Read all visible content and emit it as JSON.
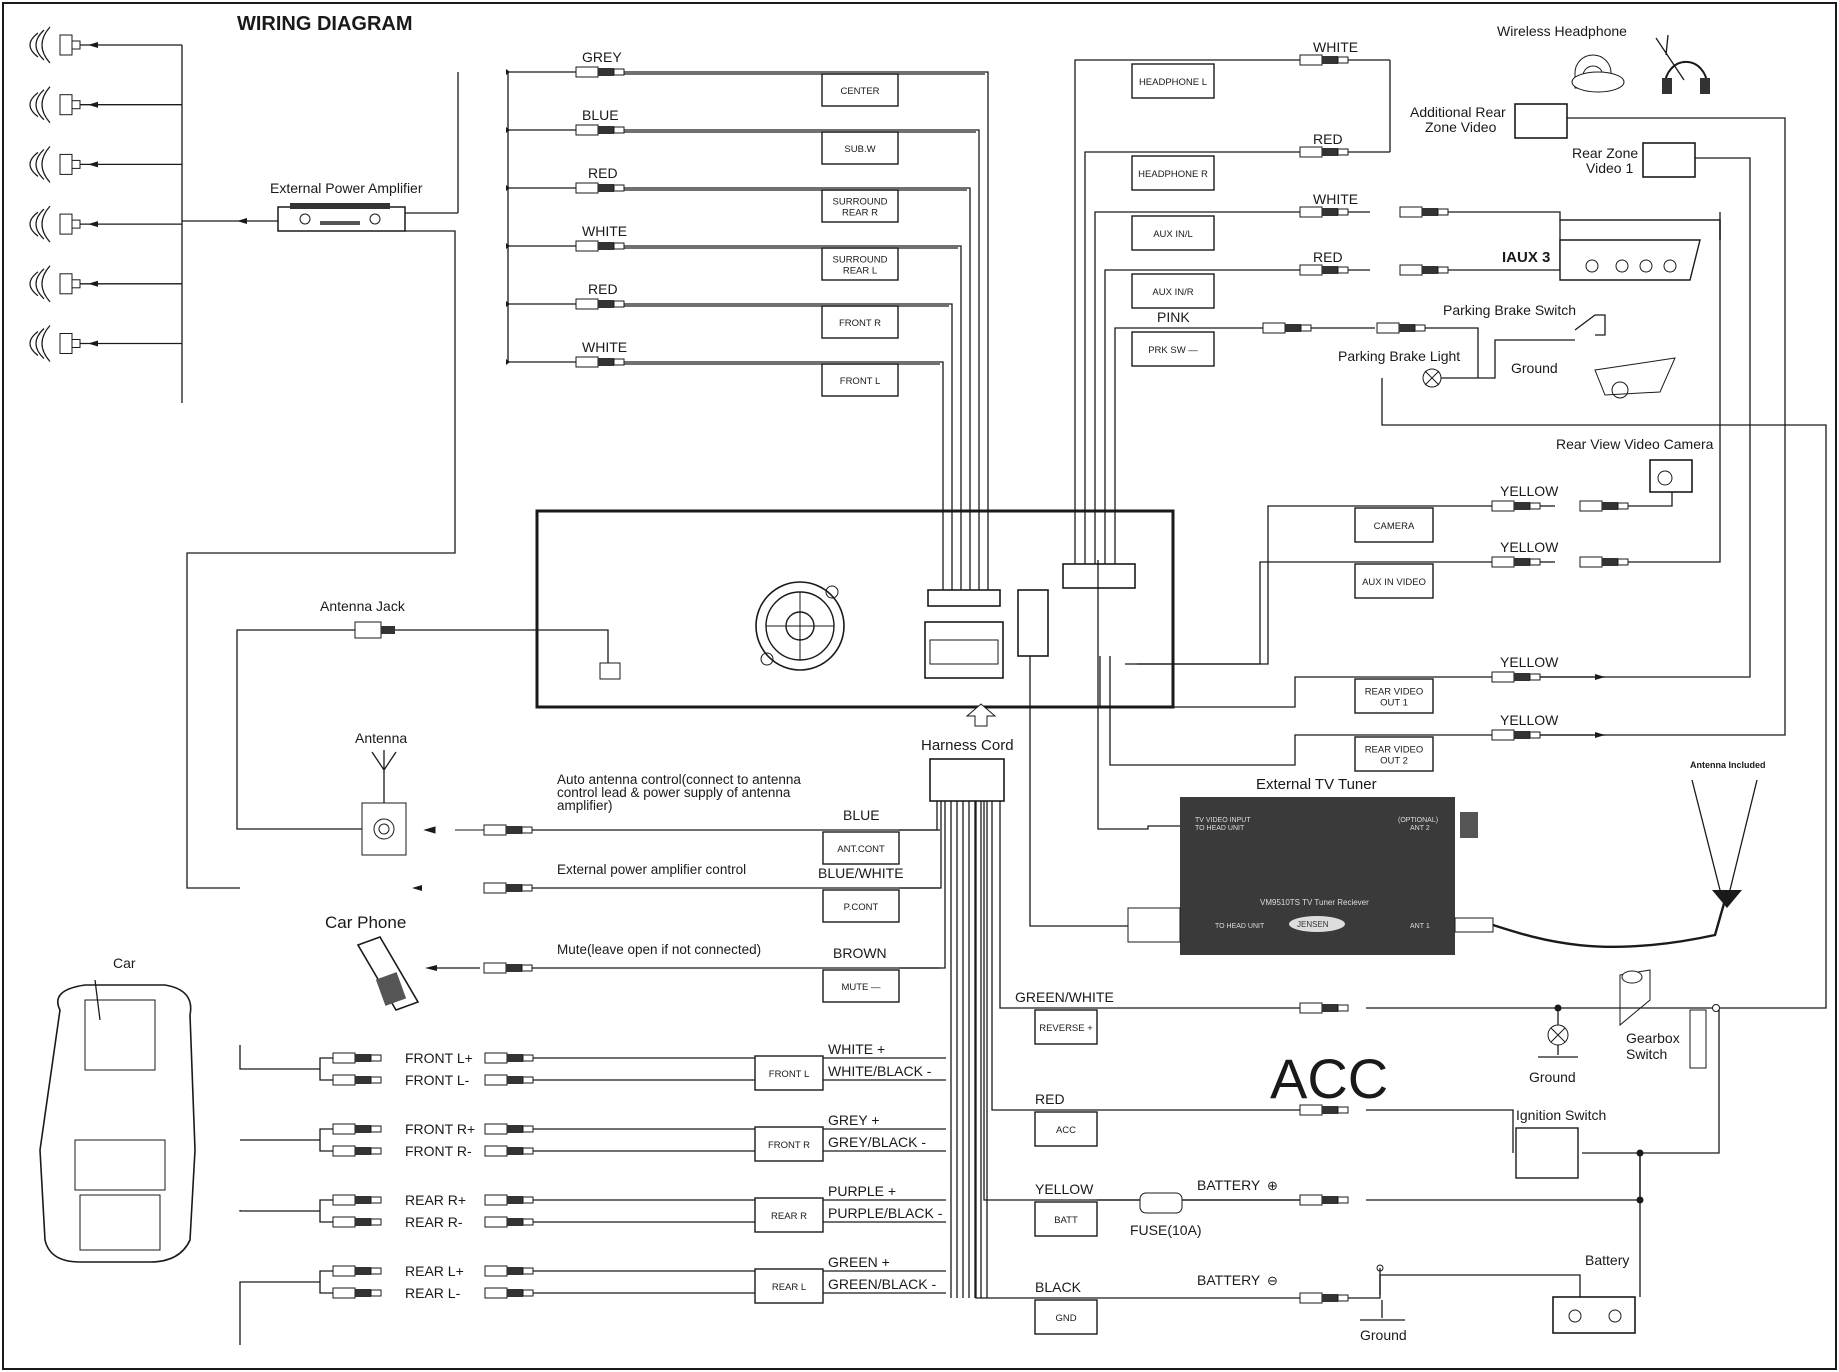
{
  "title": "WIRING DIAGRAM",
  "top_rca": [
    {
      "color": "GREY",
      "box": [
        "CENTER"
      ]
    },
    {
      "color": "BLUE",
      "box": [
        "SUB.W"
      ]
    },
    {
      "color": "RED",
      "box": [
        "SURROUND",
        "REAR R"
      ]
    },
    {
      "color": "WHITE",
      "box": [
        "SURROUND",
        "REAR L"
      ]
    },
    {
      "color": "RED",
      "box": [
        "FRONT R"
      ]
    },
    {
      "color": "WHITE",
      "box": [
        "FRONT L"
      ]
    }
  ],
  "amp_label": "External Power Amplifier",
  "right_top": [
    {
      "color": "WHITE",
      "box": [
        "HEADPHONE L"
      ]
    },
    {
      "color": "RED",
      "box": [
        "HEADPHONE R"
      ]
    },
    {
      "color": "WHITE",
      "box": [
        "AUX IN/L"
      ]
    },
    {
      "color": "RED",
      "box": [
        "AUX IN/R"
      ]
    },
    {
      "color": "PINK",
      "box": [
        "PRK SW —"
      ]
    }
  ],
  "devices": {
    "wireless_headphone": "Wireless Headphone",
    "rear_zone_video": [
      "Additional Rear",
      "Zone Video"
    ],
    "rear_zone_video1": [
      "Rear Zone",
      "Video 1"
    ],
    "iaux": "IAUX 3",
    "parking_switch": "Parking Brake Switch",
    "parking_light": "Parking Brake Light",
    "ground": "Ground",
    "rear_camera": "Rear View Video Camera",
    "antenna_jack": "Antenna Jack",
    "antenna": "Antenna",
    "harness": "Harness Cord",
    "tv_tuner": "External TV Tuner",
    "antenna_included": "Antenna Included",
    "car_phone": "Car Phone",
    "car": "Car",
    "gearbox": [
      "Gearbox",
      "Switch"
    ],
    "ignition": "Ignition Switch",
    "battery": "Battery",
    "fuse": "FUSE(10A)",
    "acc_big": "ACC",
    "battery_pos": "BATTERY",
    "battery_neg": "BATTERY"
  },
  "video": [
    {
      "color": "YELLOW",
      "box": [
        "CAMERA"
      ]
    },
    {
      "color": "YELLOW",
      "box": [
        "AUX IN VIDEO"
      ]
    },
    {
      "color": "YELLOW",
      "box": [
        "REAR VIDEO",
        "OUT 1"
      ]
    },
    {
      "color": "YELLOW",
      "box": [
        "REAR VIDEO",
        "OUT 2"
      ]
    }
  ],
  "controls": [
    {
      "desc": [
        "Auto antenna control(connect to antenna",
        "control lead  &  power supply of antenna",
        "amplifier)"
      ],
      "color": "BLUE",
      "box": "ANT.CONT"
    },
    {
      "desc": [
        "External power amplifier control"
      ],
      "color": "BLUE/WHITE",
      "box": "P.CONT"
    },
    {
      "desc": [
        "Mute(leave open if not connected)"
      ],
      "color": "BROWN",
      "box": "MUTE —"
    }
  ],
  "speakers": [
    {
      "plus": "FRONT L+",
      "minus": "FRONT L-",
      "c1": "WHITE +",
      "c2": "WHITE/BLACK -",
      "box": "FRONT L"
    },
    {
      "plus": "FRONT R+",
      "minus": "FRONT R-",
      "c1": "GREY +",
      "c2": "GREY/BLACK -",
      "box": "FRONT R"
    },
    {
      "plus": "REAR R+",
      "minus": "REAR R-",
      "c1": "PURPLE +",
      "c2": "PURPLE/BLACK -",
      "box": "REAR R"
    },
    {
      "plus": "REAR L+",
      "minus": "REAR L-",
      "c1": "GREEN +",
      "c2": "GREEN/BLACK -",
      "box": "REAR L"
    }
  ],
  "power": [
    {
      "color": "GREEN/WHITE",
      "box": "REVERSE +"
    },
    {
      "color": "RED",
      "box": "ACC"
    },
    {
      "color": "YELLOW",
      "box": "BATT"
    },
    {
      "color": "BLACK",
      "box": "GND"
    }
  ],
  "tuner_text": {
    "t1": "TO HEAD UNIT",
    "t2": "TV VIDEO INPUT",
    "t3": "ANT 2",
    "t4": "(OPTIONAL)",
    "t5": "TO HEAD UNIT",
    "t6": "ANT 1",
    "model": "VM9510TS TV Tuner Reciever",
    "brand": "JENSEN"
  }
}
